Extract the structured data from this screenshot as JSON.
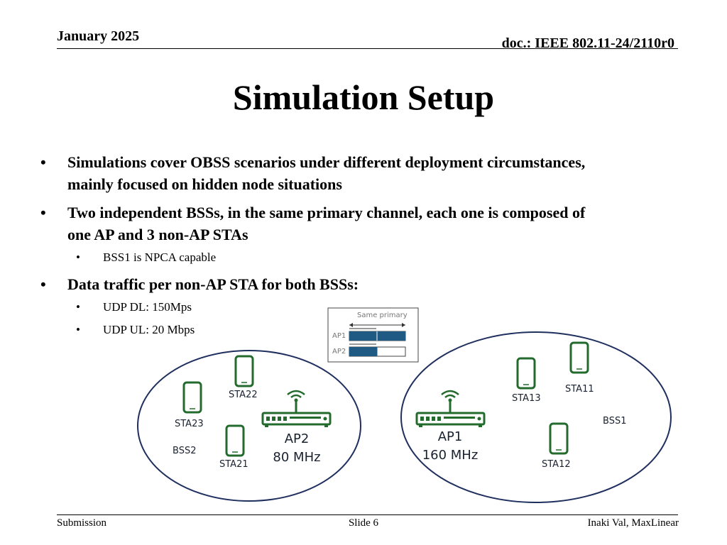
{
  "header": {
    "date": "January 2025",
    "doc": "doc.: IEEE 802.11-24/2110r0"
  },
  "title": "Simulation Setup",
  "bullets": [
    {
      "text_line1": "Simulations cover OBSS scenarios under different deployment circumstances,",
      "text_line2": "mainly focused on hidden node situations"
    },
    {
      "text_line1": "Two independent BSSs, in the same primary channel, each one is composed of",
      "text_line2": "one AP and 3 non-AP STAs",
      "sub": [
        "BSS1 is NPCA capable"
      ]
    },
    {
      "text_line1": "Data traffic per non-AP STA for both BSSs:",
      "sub": [
        "UDP DL: 150Mps",
        "UDP UL: 20 Mbps"
      ]
    }
  ],
  "bullet_glyph": "•",
  "diagram": {
    "legend": {
      "caption": "Same primary",
      "ap1": "AP1",
      "ap2": "AP2",
      "ap1_fill_fraction": 1.0,
      "ap2_fill_fraction": 0.5
    },
    "bss2": {
      "label": "BSS2",
      "ap_name": "AP2",
      "ap_bw": "80 MHz",
      "stations": [
        "STA22",
        "STA23",
        "STA21"
      ]
    },
    "bss1": {
      "label": "BSS1",
      "ap_name": "AP1",
      "ap_bw": "160 MHz",
      "stations": [
        "STA13",
        "STA11",
        "STA12"
      ]
    },
    "colors": {
      "ellipse": "#1f2f5e",
      "device": "#236b2d",
      "channel": "#1f5a85"
    }
  },
  "footer": {
    "left": "Submission",
    "center": "Slide 6",
    "right": "Inaki Val, MaxLinear"
  }
}
